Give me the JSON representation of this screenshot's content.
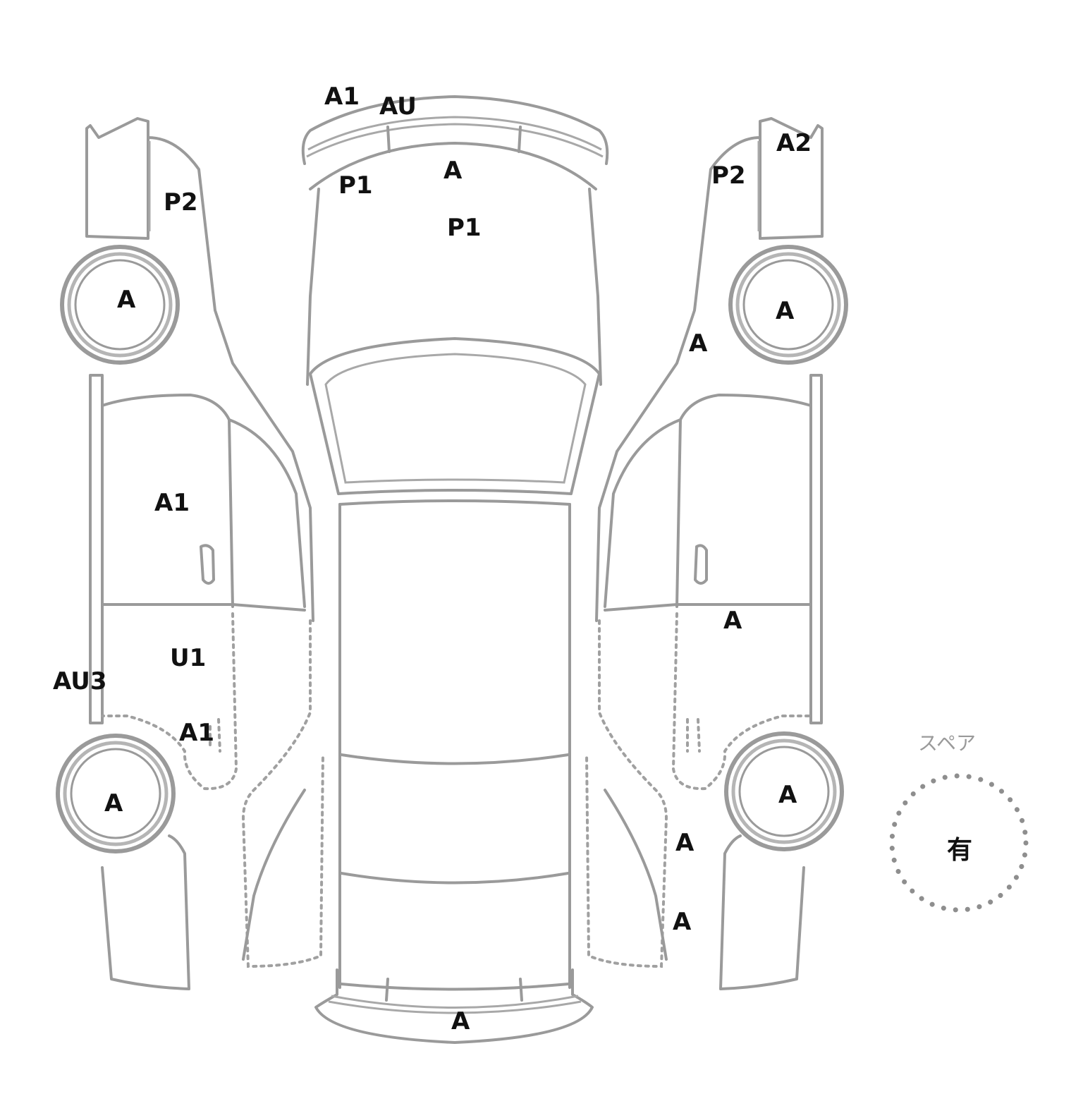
{
  "damage_marks": {
    "front_bumper_a1": "A1",
    "front_bumper_au": "AU",
    "hood_a": "A",
    "hood_p1_left": "P1",
    "hood_p1_center": "P1",
    "left_fender_p2": "P2",
    "left_front_tire": "A",
    "left_front_door": "A1",
    "left_rear_door": "U1",
    "left_sill": "AU3",
    "left_rear_panel": "A1",
    "left_rear_tire": "A",
    "right_pillar_a2": "A2",
    "right_fender_p2": "P2",
    "right_front_tire": "A",
    "right_fender_a": "A",
    "right_rear_door": "A",
    "right_rear_tire": "A",
    "right_quarter_a_upper": "A",
    "right_quarter_a_lower": "A",
    "rear_bumper": "A"
  },
  "spare": {
    "title": "スペア",
    "value": "有"
  }
}
